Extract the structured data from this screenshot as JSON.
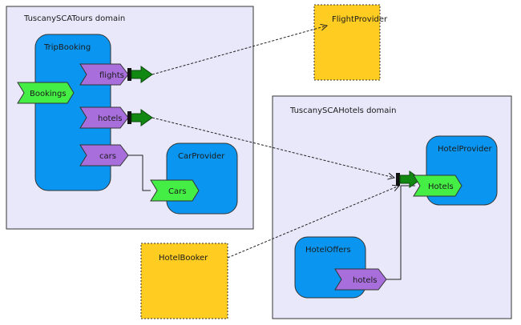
{
  "domains": {
    "tours": {
      "label": "TuscanySCATours domain"
    },
    "hotels": {
      "label": "TuscanySCAHotels domain"
    }
  },
  "components": {
    "trip_booking": {
      "label": "TripBooking"
    },
    "car_provider": {
      "label": "CarProvider"
    },
    "hotel_provider": {
      "label": "HotelProvider"
    },
    "hotel_offers": {
      "label": "HotelOffers"
    },
    "flight_provider": {
      "label": "FlightProvider"
    },
    "hotel_booker": {
      "label": "HotelBooker"
    }
  },
  "services": {
    "bookings": "Bookings",
    "cars": "Cars",
    "hotels": "Hotels"
  },
  "references": {
    "flights": "flights",
    "hotels": "hotels",
    "cars": "cars",
    "offers_hotels": "hotels"
  },
  "colors": {
    "domain_fill": "#e8e8fa",
    "component_fill": "#0a96f0",
    "external_fill": "#ffcc22",
    "service_fill": "#44ee44",
    "reference_fill": "#a86fdc",
    "binding_arrow": "#118811"
  }
}
